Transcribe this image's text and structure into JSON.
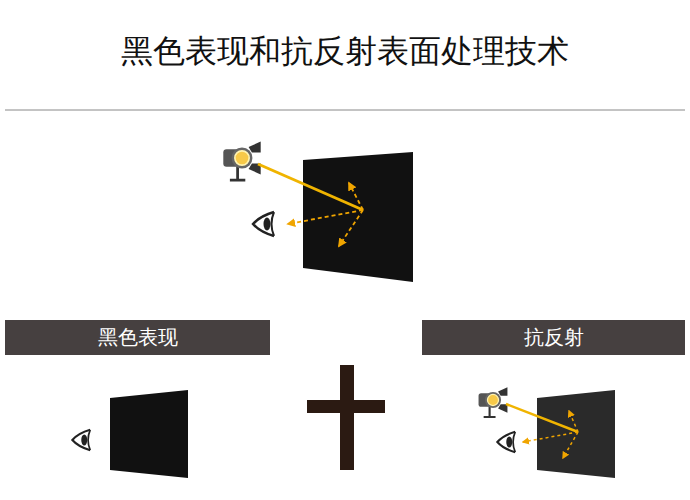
{
  "diagram": {
    "title": "黑色表现和抗反射表面处理技术",
    "nodes": [
      {
        "text": [
          "黑色表现"
        ]
      },
      {
        "text": [
          "抗反射"
        ]
      }
    ]
  }
}
